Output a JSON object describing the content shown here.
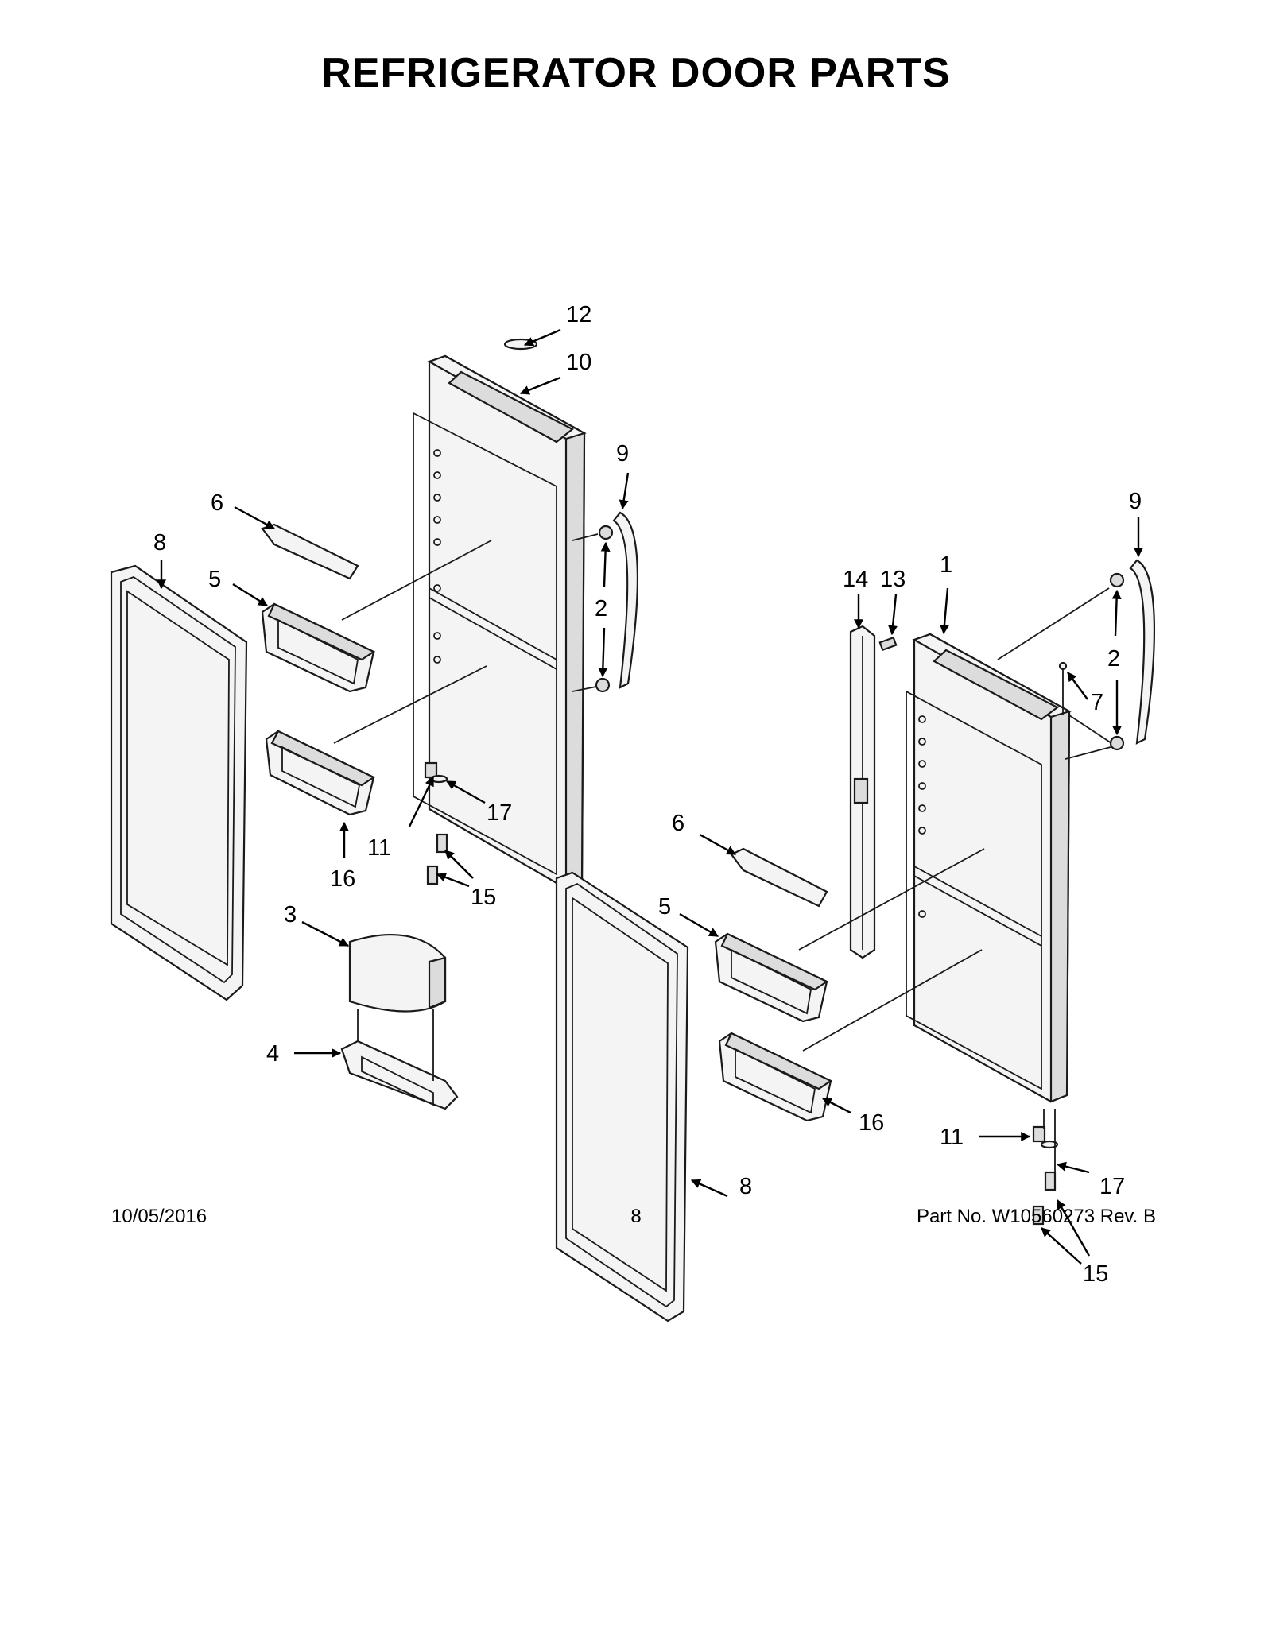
{
  "page": {
    "title": "REFRIGERATOR DOOR PARTS",
    "footer": {
      "date": "10/05/2016",
      "page_number": "8",
      "part_number": "Part No.  W10560273  Rev.  B"
    }
  },
  "callouts": {
    "left_door": {
      "c12": "12",
      "c10": "10",
      "c9": "9",
      "c6": "6",
      "c8": "8",
      "c5": "5",
      "c2": "2",
      "c11": "11",
      "c17": "17",
      "c16": "16",
      "c15": "15",
      "c3": "3",
      "c4": "4"
    },
    "right_door": {
      "c9": "9",
      "c14": "14",
      "c13": "13",
      "c1": "1",
      "c2": "2",
      "c7": "7",
      "c6": "6",
      "c5": "5",
      "c16": "16",
      "c11": "11",
      "c17": "17",
      "c15": "15",
      "c8": "8"
    }
  },
  "colors": {
    "line": "#000000",
    "fill": "#f4f4f4",
    "shade": "#dcdcdc"
  }
}
